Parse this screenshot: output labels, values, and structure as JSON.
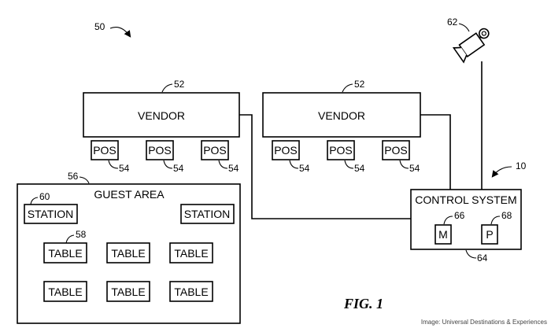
{
  "figure": {
    "ref_system": "50",
    "caption": "FIG. 1",
    "credit": "Image: Universal Destinations & Experiences"
  },
  "vendors": [
    {
      "label": "VENDOR",
      "ref": "52",
      "pos": [
        {
          "label": "POS",
          "ref": "54"
        },
        {
          "label": "POS",
          "ref": "54"
        },
        {
          "label": "POS",
          "ref": "54"
        }
      ]
    },
    {
      "label": "VENDOR",
      "ref": "52",
      "pos": [
        {
          "label": "POS",
          "ref": "54"
        },
        {
          "label": "POS",
          "ref": "54"
        },
        {
          "label": "POS",
          "ref": "54"
        }
      ]
    }
  ],
  "camera": {
    "ref": "62",
    "icon": "camera-icon"
  },
  "control_system": {
    "label": "CONTROL SYSTEM",
    "ref": "10",
    "bottom_ref": "64",
    "modules": [
      {
        "label": "M",
        "ref": "66"
      },
      {
        "label": "P",
        "ref": "68"
      }
    ]
  },
  "guest_area": {
    "label": "GUEST AREA",
    "ref": "56",
    "station_ref": "60",
    "table_ref": "58",
    "stations": [
      "STATION",
      "STATION"
    ],
    "tables": [
      "TABLE",
      "TABLE",
      "TABLE",
      "TABLE",
      "TABLE",
      "TABLE"
    ]
  }
}
